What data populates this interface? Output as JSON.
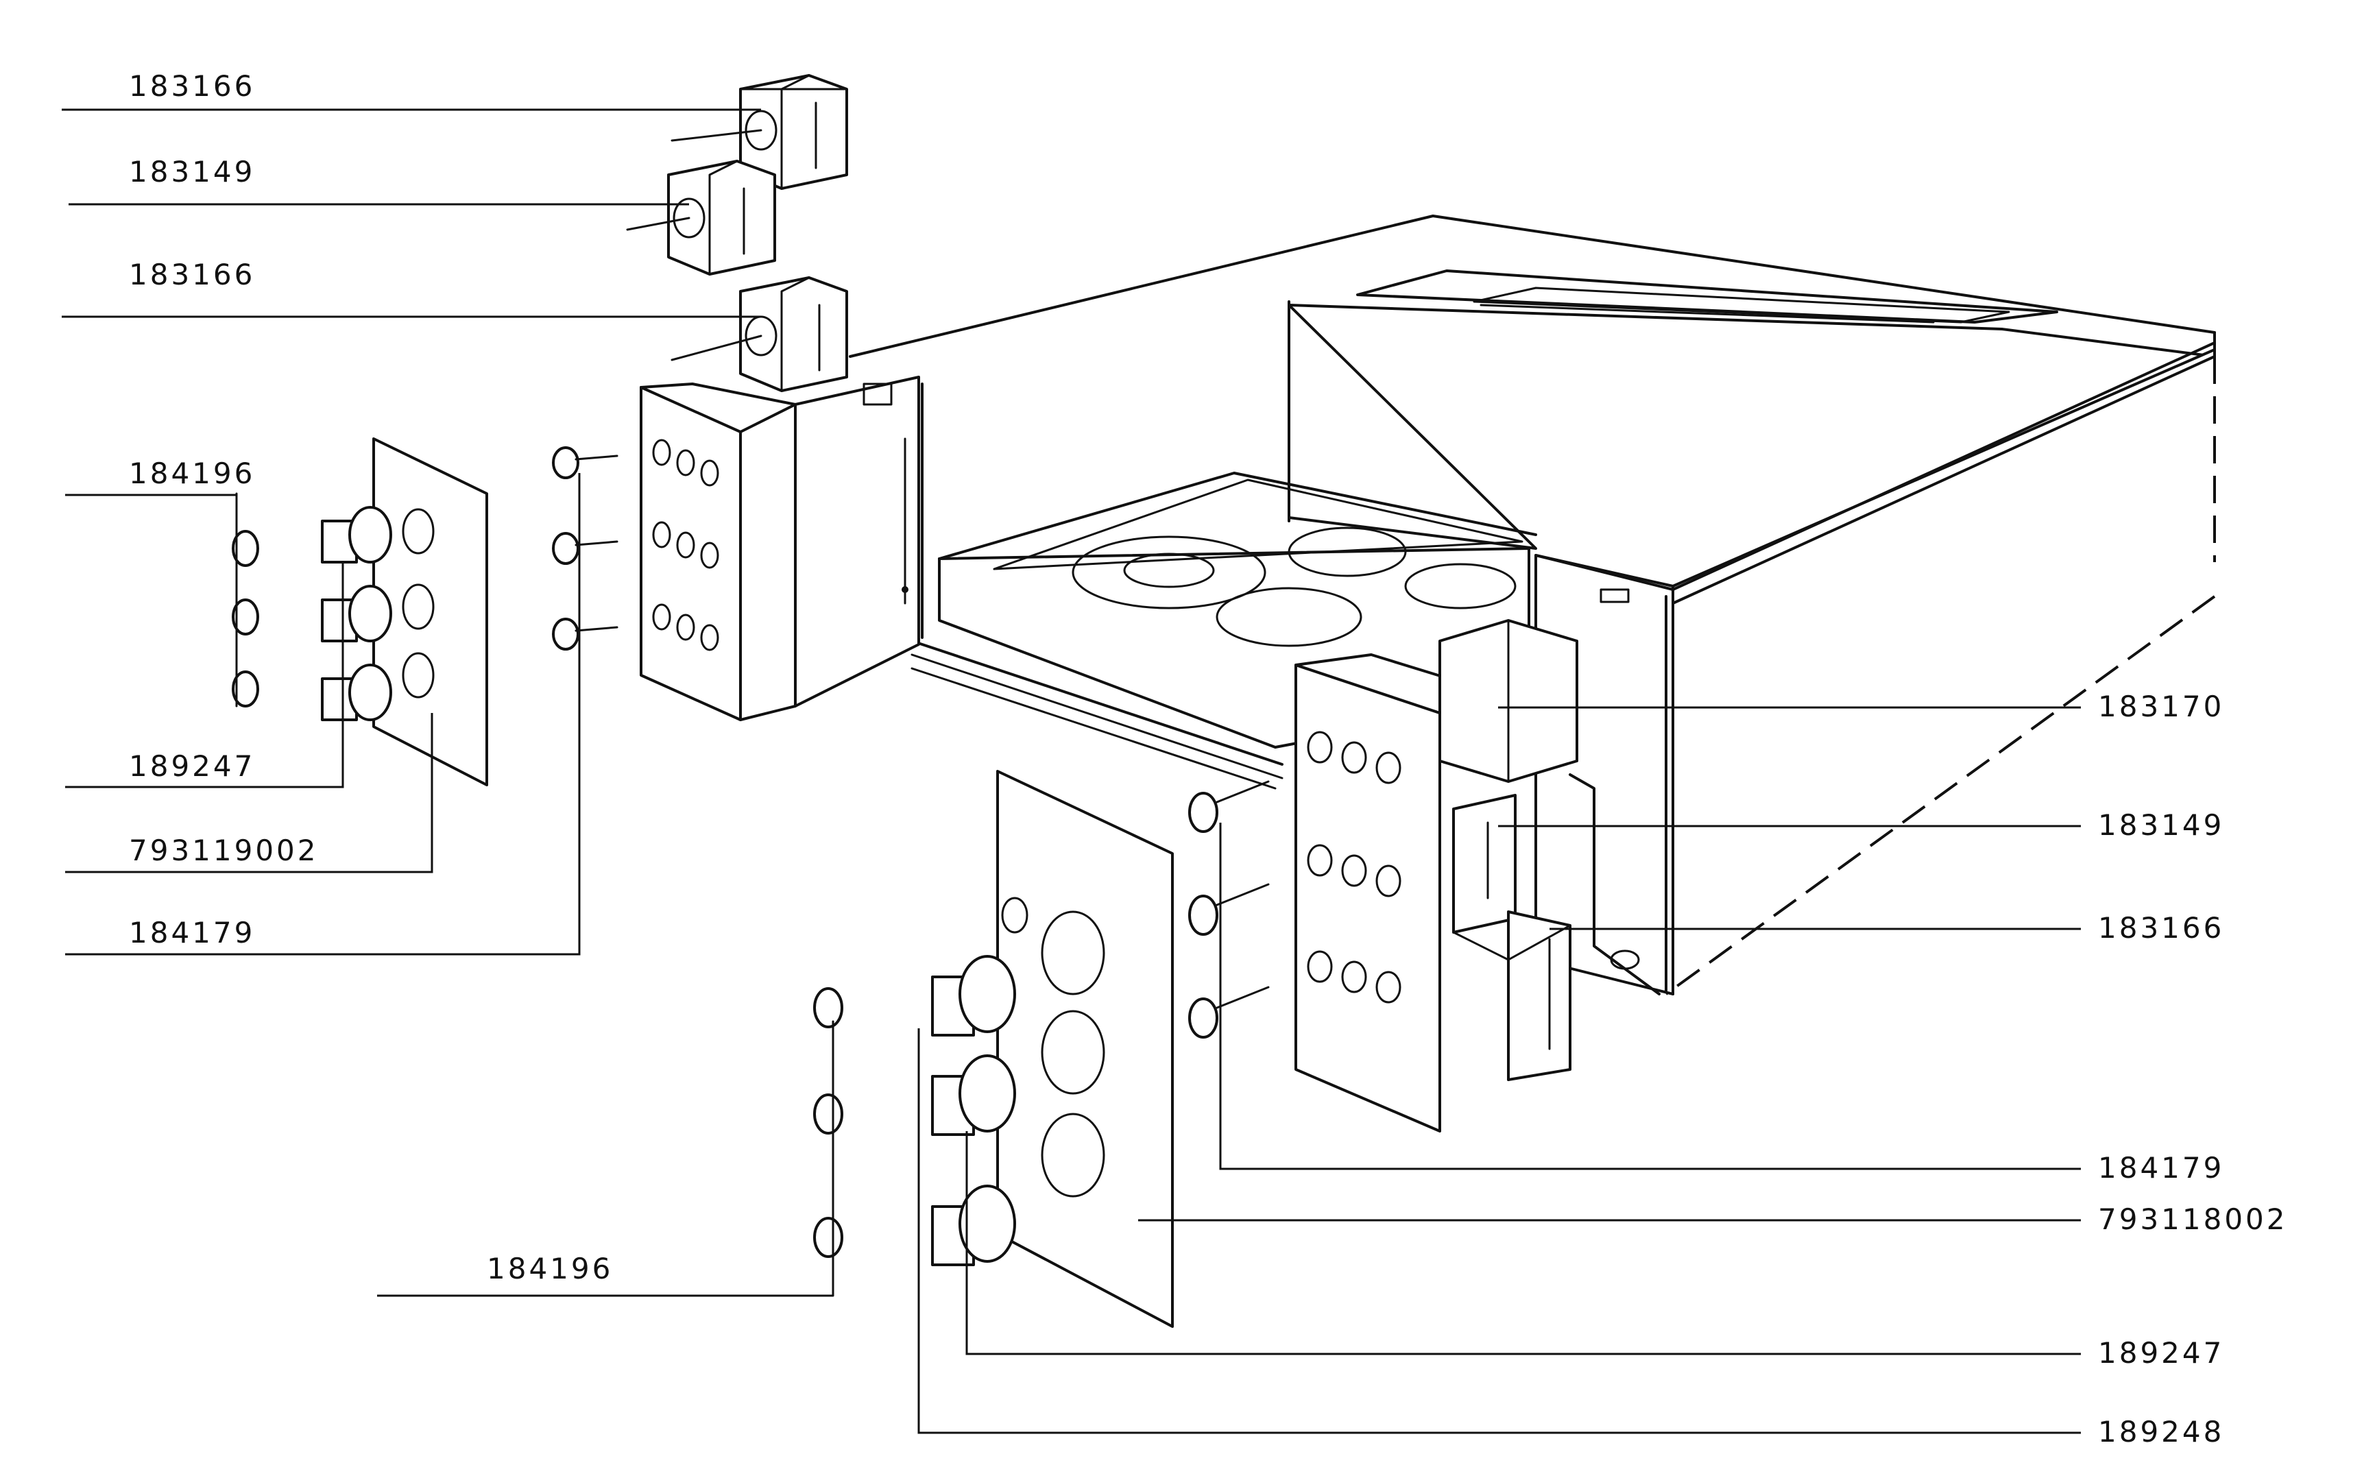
{
  "labels": {
    "l1": "183166",
    "l2": "183149",
    "l3": "183166",
    "l4": "184196",
    "l5": "189247",
    "l6": "793119002",
    "l7": "184179",
    "l8": "184196",
    "r1": "183170",
    "r2": "183149",
    "r3": "183166",
    "r4": "184179",
    "r5": "793118002",
    "r6": "189247",
    "r7": "189248"
  }
}
